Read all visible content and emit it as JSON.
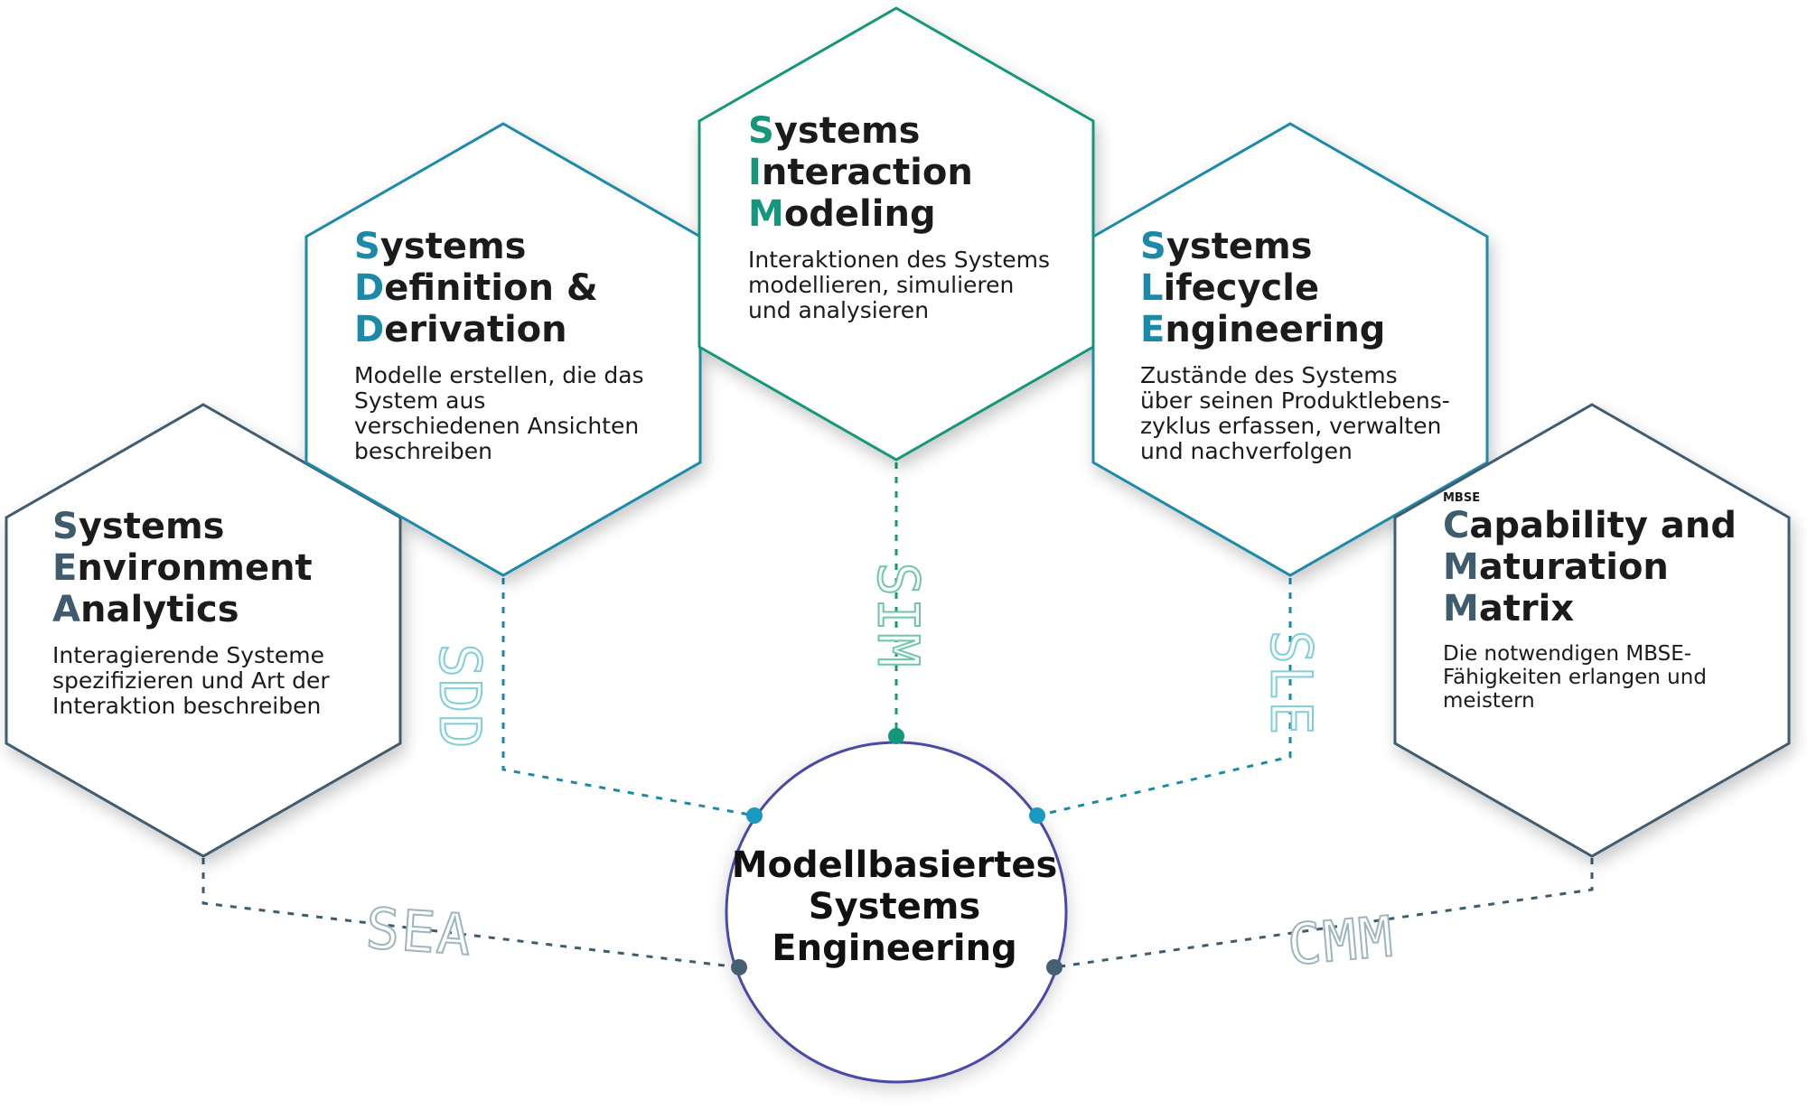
{
  "center": {
    "title": "Modellbasiertes Systems Engineering"
  },
  "modules": [
    {
      "id": "sea",
      "abbr": "SEA",
      "title_lines": [
        {
          "initial": "S",
          "rest": "ystems"
        },
        {
          "initial": "E",
          "rest": "nvironment"
        },
        {
          "initial": "A",
          "rest": "nalytics"
        }
      ],
      "description": "Interagierende Systeme spezifizieren und Art der Interaktion beschreiben",
      "color": "#3f5b6e"
    },
    {
      "id": "sdd",
      "abbr": "SDD",
      "title_lines": [
        {
          "initial": "S",
          "rest": "ystems"
        },
        {
          "initial": "D",
          "rest": "efinition &"
        },
        {
          "initial": "D",
          "rest": "erivation"
        }
      ],
      "description": "Modelle erstellen, die das System aus verschiedenen Ansichten beschreiben",
      "color": "#1a8aa8"
    },
    {
      "id": "sim",
      "abbr": "SIM",
      "title_lines": [
        {
          "initial": "S",
          "rest": "ystems"
        },
        {
          "initial": "I",
          "rest": "nteraction"
        },
        {
          "initial": "M",
          "rest": "odeling"
        }
      ],
      "description": "Interaktionen des Systems modellieren, simulieren und analysieren",
      "color": "#14977a"
    },
    {
      "id": "sle",
      "abbr": "SLE",
      "title_lines": [
        {
          "initial": "S",
          "rest": "ystems"
        },
        {
          "initial": "L",
          "rest": "ifecycle"
        },
        {
          "initial": "E",
          "rest": "ngineering"
        }
      ],
      "description": "Zustände des Systems über seinen Produktlebens-zyklus erfassen, verwalten und nachverfolgen",
      "color": "#1a8aa8"
    },
    {
      "id": "cmm",
      "abbr": "CMM",
      "kicker": "MBSE",
      "title_lines": [
        {
          "initial": "C",
          "rest": "apability and"
        },
        {
          "initial": "M",
          "rest": "aturation"
        },
        {
          "initial": "M",
          "rest": "atrix"
        }
      ],
      "description": "Die notwendigen MBSE-Fähigkeiten erlangen und meistern",
      "color": "#3f5b6e"
    }
  ],
  "colors": {
    "circle_border": "#4a4aa6",
    "abbr_stroke": "#9db5bf"
  }
}
